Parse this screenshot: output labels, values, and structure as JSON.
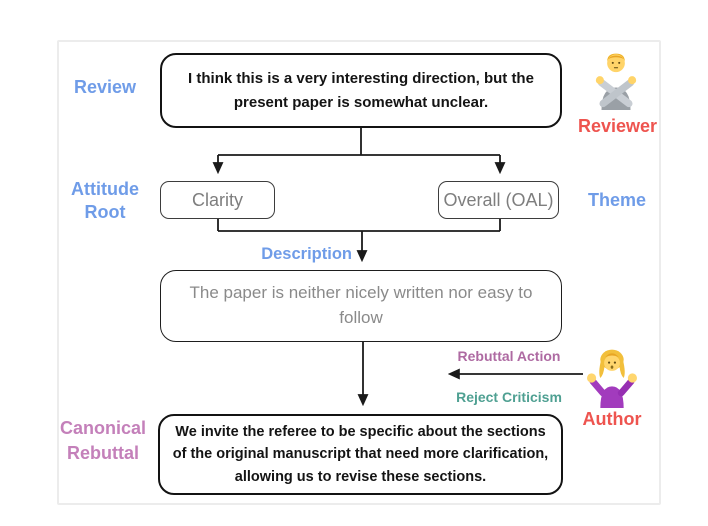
{
  "figure": {
    "labels": {
      "review": "Review",
      "attitude_root": "Attitude Root",
      "theme": "Theme",
      "description": "Description",
      "rebuttal_action": "Rebuttal Action",
      "reject_criticism": "Reject Criticism",
      "canonical_rebuttal": "Canonical Rebuttal",
      "reviewer": "Reviewer",
      "author": "Author"
    },
    "nodes": {
      "review_text": "I think this is a very interesting direction, but the present paper is somewhat unclear.",
      "attitude_root_value": "Clarity",
      "theme_value": "Overall (OAL)",
      "description_text": "The paper is neither nicely written nor easy to follow",
      "canonical_rebuttal_text": "We invite the referee to be specific about the sections of the original manuscript that need more clarification, allowing us to revise these sections."
    },
    "icons": {
      "reviewer": "person-gesturing-no-emoji",
      "author": "woman-shrugging-emoji"
    },
    "colors": {
      "label_blue": "#6f9ce8",
      "label_red": "#ee544f",
      "rebuttal_action_mauve": "#ae6aa2",
      "reject_criticism_teal": "#4fa092",
      "canonical_pink": "#c480ba",
      "node_gray_text": "#7e7e7e",
      "line_black": "#1a1a1a",
      "card_border": "#ececec"
    }
  }
}
